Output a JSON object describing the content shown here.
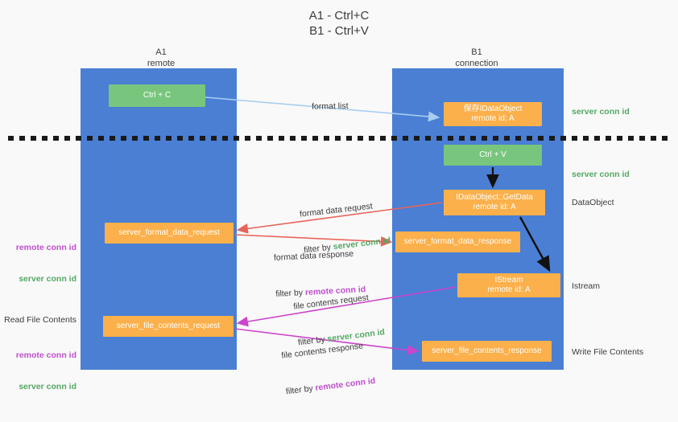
{
  "title": "A1 - Ctrl+C\nB1 - Ctrl+V",
  "columns": {
    "left": {
      "name": "A1",
      "role": "remote"
    },
    "right": {
      "name": "B1",
      "role": "connection"
    }
  },
  "nodes": {
    "ctrl_c": {
      "label": "Ctrl + C",
      "color": "#78c67d"
    },
    "save_dataobject": {
      "label": "保存IDataObject\nremote id: A",
      "color": "#fbb04b"
    },
    "ctrl_v": {
      "label": "Ctrl + V",
      "color": "#78c67d"
    },
    "getdata": {
      "label": "IDataObject::GetData\nremote id: A",
      "color": "#fbb04b"
    },
    "server_format_data_request": {
      "label": "server_format_data_request",
      "color": "#fbb04b"
    },
    "server_format_data_response": {
      "label": "server_format_data_response",
      "color": "#fbb04b"
    },
    "istream": {
      "label": "IStream\nremote id: A",
      "color": "#fbb04b"
    },
    "server_file_contents_request": {
      "label": "server_file_contents_request",
      "color": "#fbb04b"
    },
    "server_file_contents_response": {
      "label": "server_file_contents_response",
      "color": "#fbb04b"
    }
  },
  "edge_labels": {
    "format_list": "format list",
    "format_data_request": "format data request",
    "format_data_request_filter_prefix": "filter by ",
    "format_data_request_filter_value": "server conn id",
    "format_data_response": "format data response",
    "format_data_response_filter_prefix": "filter by ",
    "format_data_response_filter_value": "remote conn id",
    "file_contents_request": "file contents request",
    "file_contents_request_filter_prefix": "filter by ",
    "file_contents_request_filter_value": "server conn id",
    "file_contents_response": "file contents response",
    "file_contents_response_filter_prefix": "filter by ",
    "file_contents_response_filter_value": "remote conn id"
  },
  "right_notes": {
    "server_conn_id_top": "server conn id",
    "server_conn_id_mid": "server conn id",
    "dataobject": "DataObject",
    "istream": "Istream",
    "write_file_contents": "Write File Contents"
  },
  "left_notes": {
    "remote_conn_id_1": "remote conn id",
    "server_conn_id_1": "server conn id",
    "read_file_contents": "Read File Contents",
    "remote_conn_id_2": "remote conn id",
    "server_conn_id_2": "server conn id"
  },
  "colors": {
    "lane": "#4a7fd4",
    "green_node": "#78c67d",
    "orange_node": "#fbb04b",
    "green_text": "#54a863",
    "purple_text": "#c04fd0",
    "light_blue_arrow": "#a8cdf0",
    "red_arrow": "#e8645a",
    "magenta_arrow": "#cc44cc",
    "black_arrow": "#000000",
    "background": "#f9f9f9"
  }
}
